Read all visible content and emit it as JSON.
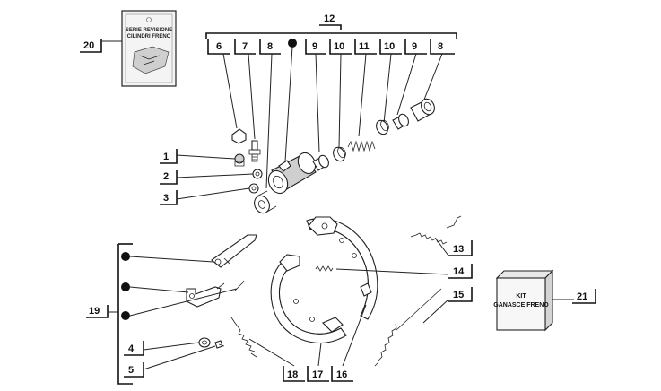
{
  "diagram": {
    "callouts": {
      "c1": "1",
      "c2": "2",
      "c3": "3",
      "c4": "4",
      "c5": "5",
      "c6": "6",
      "c7": "7",
      "c8a": "8",
      "c8b": "8",
      "c9a": "9",
      "c9b": "9",
      "c10a": "10",
      "c10b": "10",
      "c11": "11",
      "c12": "12",
      "c13": "13",
      "c14": "14",
      "c15": "15",
      "c16": "16",
      "c17": "17",
      "c18": "18",
      "c19": "19",
      "c20": "20",
      "c21": "21"
    },
    "repair_kit_box": {
      "line1": "SERIE REVISIONE",
      "line2": "CILINDRI FRENO"
    },
    "shoe_kit_box": {
      "line1": "KIT",
      "line2": "GANASCE FRENO"
    }
  }
}
